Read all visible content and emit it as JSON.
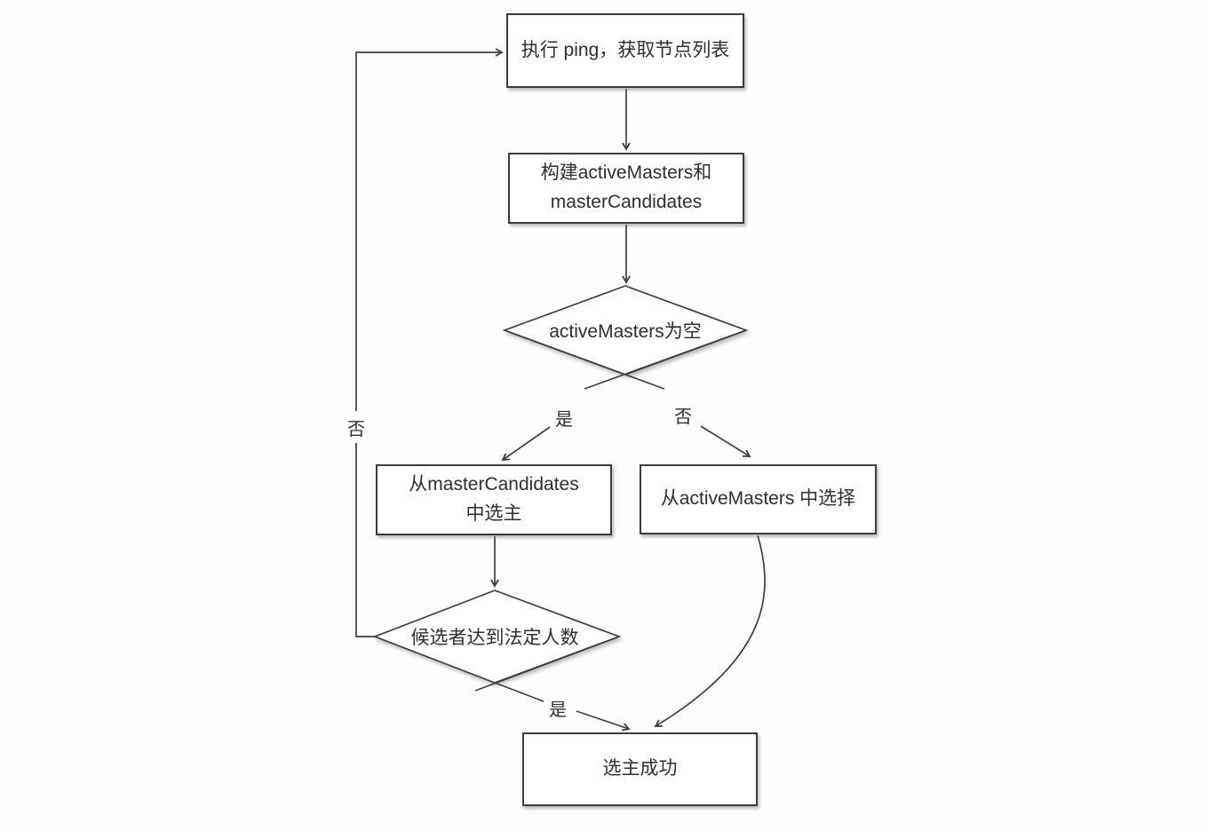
{
  "diagram": {
    "description": "Flowchart of master election process",
    "colors": {
      "line": "#3f3f3f",
      "text": "#2f2f2f",
      "node_fill": "#ffffff",
      "background": "#fdfdfd"
    },
    "nodes": {
      "ping": {
        "type": "process",
        "label": "执行 ping，获取节点列表"
      },
      "build": {
        "type": "process",
        "label": "构建activeMasters和\nmasterCandidates"
      },
      "active_empty": {
        "type": "decision",
        "label": "activeMasters为空"
      },
      "pick_candidates": {
        "type": "process",
        "label": "从masterCandidates\n中选主"
      },
      "pick_active": {
        "type": "process",
        "label": "从activeMasters 中选择"
      },
      "quorum": {
        "type": "decision",
        "label": "候选者达到法定人数"
      },
      "success": {
        "type": "process",
        "label": "选主成功"
      }
    },
    "edges": [
      {
        "from": "ping",
        "to": "build",
        "label": ""
      },
      {
        "from": "build",
        "to": "active_empty",
        "label": ""
      },
      {
        "from": "active_empty",
        "to": "pick_candidates",
        "label": "是"
      },
      {
        "from": "active_empty",
        "to": "pick_active",
        "label": "否"
      },
      {
        "from": "pick_candidates",
        "to": "quorum",
        "label": ""
      },
      {
        "from": "quorum",
        "to": "ping",
        "label": "否"
      },
      {
        "from": "quorum",
        "to": "success",
        "label": "是"
      },
      {
        "from": "pick_active",
        "to": "success",
        "label": ""
      }
    ]
  }
}
